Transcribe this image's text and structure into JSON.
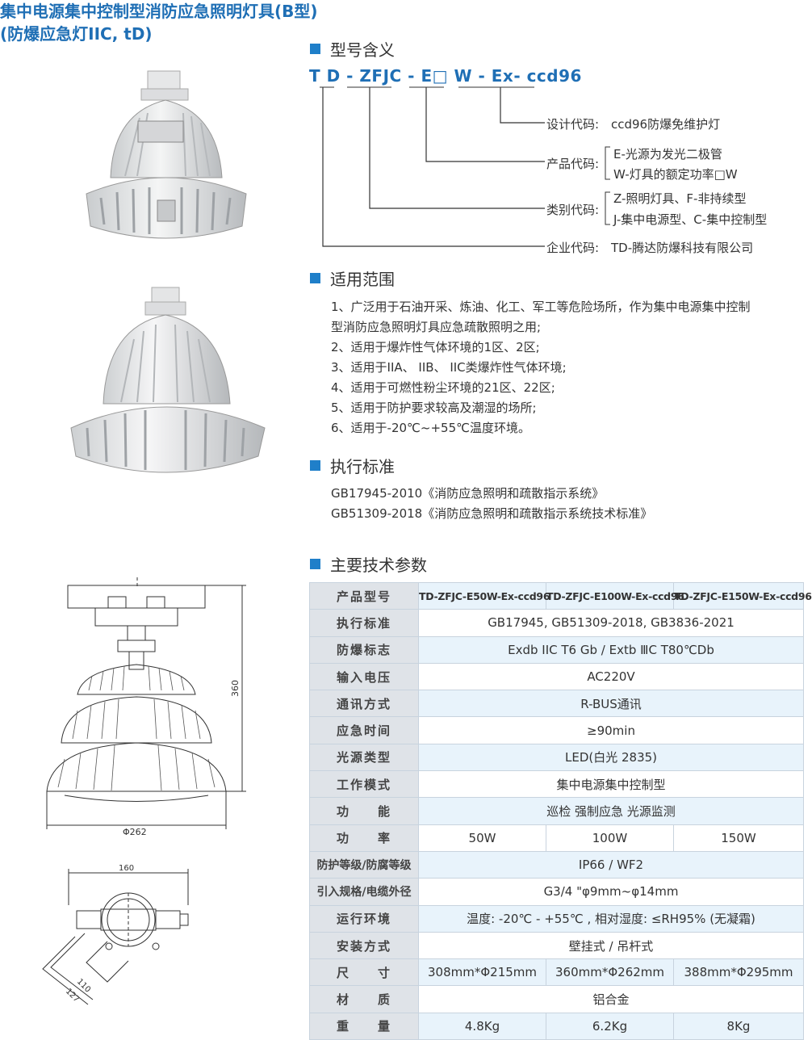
{
  "title": {
    "line1": "集中电源集中控制型消防应急照明灯具(B型)",
    "line2": "(防爆应急灯IIC, tD)"
  },
  "model_meaning": {
    "heading": "型号含义",
    "code": "T D - ZFJC - E□ W - Ex- ccd96",
    "items": [
      {
        "label": "设计代码:",
        "text": "ccd96防爆免维护灯"
      },
      {
        "label": "产品代码:",
        "text1": "E-光源为发光二极管",
        "text2": "W-灯具的额定功率□W"
      },
      {
        "label": "类别代码:",
        "text1": "Z-照明灯具、F-非持续型",
        "text2": "J-集中电源型、C-集中控制型"
      },
      {
        "label": "企业代码:",
        "text": "TD-腾达防爆科技有限公司"
      }
    ]
  },
  "scope": {
    "heading": "适用范围",
    "lines": [
      "1、广泛用于石油开采、炼油、化工、军工等危险场所，作为集中电源集中控制",
      "型消防应急照明灯具应急疏散照明之用;",
      "2、适用于爆炸性气体环境的1区、2区;",
      "3、适用于IIA、 IIB、 IIC类爆炸性气体环境;",
      "4、适用于可燃性粉尘环境的21区、22区;",
      "5、适用于防护要求较高及潮湿的场所;",
      "6、适用于-20℃~+55℃温度环境。"
    ]
  },
  "standards": {
    "heading": "执行标准",
    "lines": [
      "GB17945-2010《消防应急照明和疏散指示系统》",
      "GB51309-2018《消防应急照明和疏散指示系统技术标准》"
    ]
  },
  "params": {
    "heading": "主要技术参数",
    "rows": [
      {
        "label": "产品型号",
        "values": [
          "TD-ZFJC-E50W-Ex-ccd96",
          "TD-ZFJC-E100W-Ex-ccd96",
          "TD-ZFJC-E150W-Ex-ccd96"
        ]
      },
      {
        "label": "执行标准",
        "value": "GB17945, GB51309-2018, GB3836-2021"
      },
      {
        "label": "防爆标志",
        "value": "Exdb IIC T6 Gb / Extb ⅢC T80℃Db"
      },
      {
        "label": "输入电压",
        "value": "AC220V"
      },
      {
        "label": "通讯方式",
        "value": "R-BUS通讯"
      },
      {
        "label": "应急时间",
        "value": "≥90min"
      },
      {
        "label": "光源类型",
        "value": "LED(白光 2835)"
      },
      {
        "label": "工作模式",
        "value": "集中电源集中控制型"
      },
      {
        "label": "功　　能",
        "value": "巡检 强制应急 光源监测"
      },
      {
        "label": "功　　率",
        "values": [
          "50W",
          "100W",
          "150W"
        ]
      },
      {
        "label": "防护等级/防腐等级",
        "value": "IP66 / WF2"
      },
      {
        "label": "引入规格/电缆外径",
        "value": "G3/4 \"φ9mm~φ14mm"
      },
      {
        "label": "运行环境",
        "value": "温度: -20℃ - +55℃ , 相对湿度: ≤RH95% (无凝霜)"
      },
      {
        "label": "安装方式",
        "value": "壁挂式 / 吊杆式"
      },
      {
        "label": "尺　　寸",
        "values": [
          "308mm*Φ215mm",
          "360mm*Φ262mm",
          "388mm*Φ295mm"
        ]
      },
      {
        "label": "材　　质",
        "value": "铝合金"
      },
      {
        "label": "重　　量",
        "values": [
          "4.8Kg",
          "6.2Kg",
          "8Kg"
        ]
      }
    ]
  },
  "drawing": {
    "height_dim": "360",
    "diameter_dim": "Φ262",
    "top_width_dim": "160",
    "dim_110": "110",
    "dim_127": "127"
  }
}
